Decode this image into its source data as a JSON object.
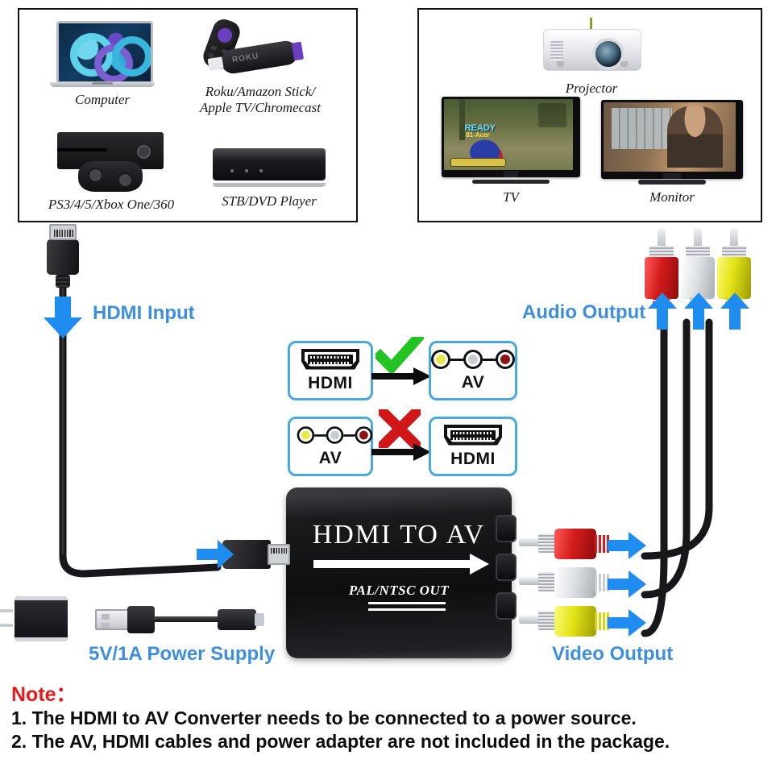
{
  "source_panel": {
    "name": "input-sources",
    "devices": [
      {
        "id": "computer",
        "label": "Computer",
        "icon": "laptop-icon"
      },
      {
        "id": "streaming-stick",
        "label": "Roku/Amazon Stick/\nApple TV/Chromecast",
        "label_line1": "Roku/Amazon Stick/",
        "label_line2": "Apple TV/Chromecast",
        "icon": "streaming-stick-icon",
        "brand_text": "ROKU"
      },
      {
        "id": "game-console",
        "label": "PS3/4/5/Xbox One/360",
        "icon": "game-console-icon"
      },
      {
        "id": "stb-dvd",
        "label": "STB/DVD Player",
        "icon": "set-top-box-icon"
      }
    ]
  },
  "output_panel": {
    "name": "output-displays",
    "devices": [
      {
        "id": "projector",
        "label": "Projector",
        "icon": "projector-icon"
      },
      {
        "id": "tv",
        "label": "TV",
        "icon": "television-icon",
        "screen_text_1": "READY",
        "screen_text_2": "81-Acer"
      },
      {
        "id": "monitor",
        "label": "Monitor",
        "icon": "monitor-icon"
      }
    ]
  },
  "labels": {
    "hdmi_input": "HDMI Input",
    "audio_output": "Audio Output",
    "power_supply": "5V/1A Power Supply",
    "video_output": "Video Output"
  },
  "flow": {
    "supported": {
      "from": "HDMI",
      "to": "AV",
      "mark": "check",
      "mark_symbol": "✔",
      "mark_color": "#22c322"
    },
    "unsupported": {
      "from": "AV",
      "to": "HDMI",
      "mark": "cross",
      "mark_symbol": "✖",
      "mark_color": "#cf1717"
    }
  },
  "converter": {
    "title": "HDMI TO AV",
    "subtitle": "PAL/NTSC OUT",
    "arrow": "right-arrow"
  },
  "note": {
    "heading": "Note：",
    "lines": [
      "1. The HDMI to AV Converter needs to be connected to a power source.",
      "2. The AV, HDMI cables and power adapter are not included in the package."
    ]
  },
  "colors": {
    "accent_blue": "#3d8fdc",
    "arrow_blue": "#1f8df0",
    "box_border_blue": "#4aa8e0",
    "note_red": "#e8191b",
    "check_green": "#22c322",
    "cross_red": "#cf1717",
    "rca_red": "#d41c1c",
    "rca_white": "#dfe3e6",
    "rca_yellow": "#e2e215"
  }
}
